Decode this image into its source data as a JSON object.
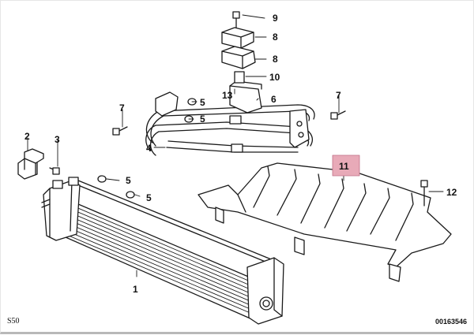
{
  "callouts": {
    "c1": "1",
    "c2": "2",
    "c3": "3",
    "c4": "4",
    "c5a": "5",
    "c5b": "5",
    "c5c": "5",
    "c5d": "5",
    "c6": "6",
    "c7a": "7",
    "c7b": "7",
    "c8a": "8",
    "c8b": "8",
    "c9": "9",
    "c10": "10",
    "c11": "11",
    "c12": "12",
    "c13": "13"
  },
  "footer": {
    "model": "S50",
    "diagram_number": "00163546"
  },
  "colors": {
    "highlight": "#e8aab8",
    "line": "#1a1a1a"
  }
}
